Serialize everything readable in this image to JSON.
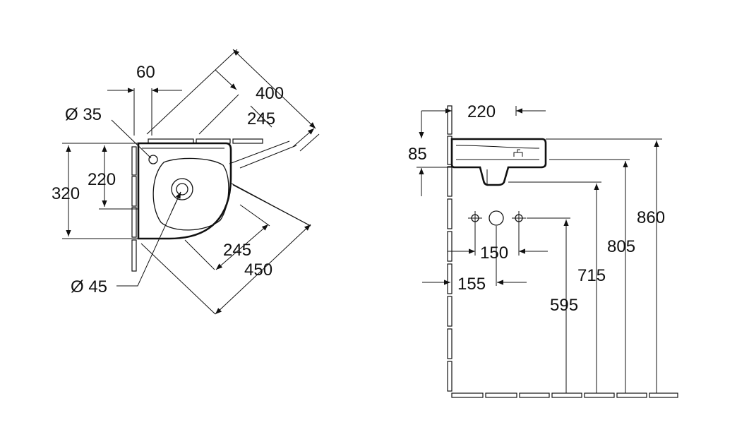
{
  "top_view": {
    "dims": {
      "tap_hole_offset": "60",
      "tap_hole_diameter": "Ø 35",
      "diagonal_total": "400",
      "diagonal_inner": "245",
      "side_height": "320",
      "bowl_height": "220",
      "front_inner": "245",
      "front_total": "450",
      "waste_diameter": "Ø 45"
    }
  },
  "side_view": {
    "dims": {
      "basin_depth": "220",
      "rim_height": "85",
      "pipe_spacing": "150",
      "wall_offset": "155",
      "pipe_height": "595",
      "basin_bottom": "715",
      "overflow_level": "805",
      "rim_level": "860"
    }
  }
}
